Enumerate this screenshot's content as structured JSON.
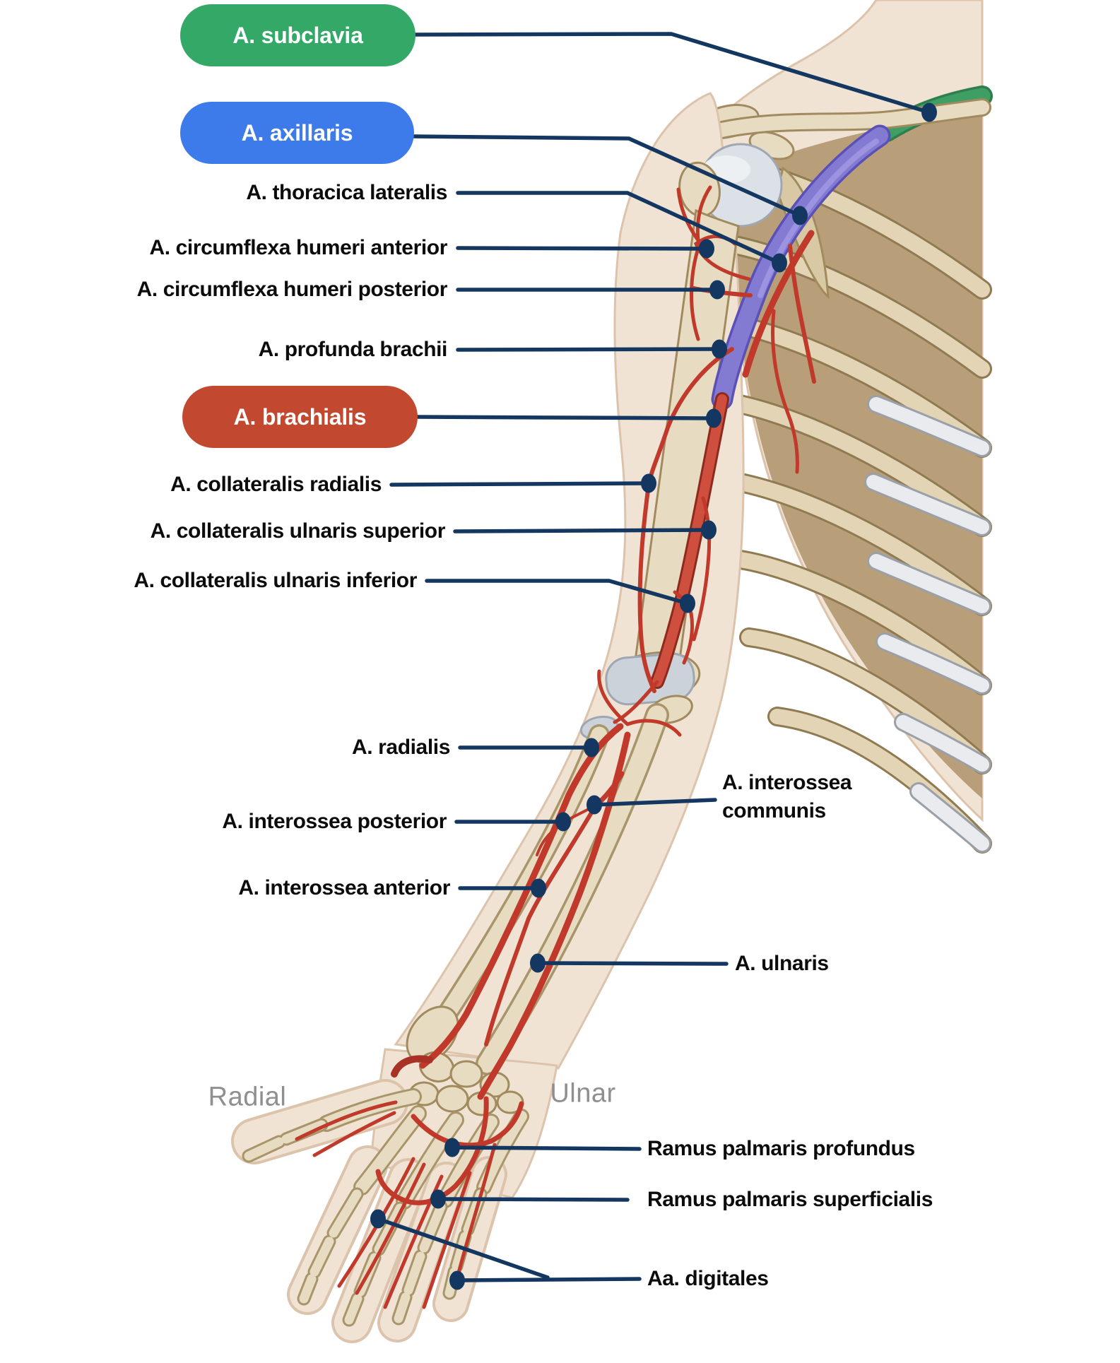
{
  "pills": [
    {
      "id": "subclavia",
      "label": "A. subclavia",
      "color": "#34A866"
    },
    {
      "id": "axillaris",
      "label": "A. axillaris",
      "color": "#3C7BE9"
    },
    {
      "id": "brachialis",
      "label": "A. brachialis",
      "color": "#C2492F"
    }
  ],
  "labels": {
    "thoracica_lateralis": "A. thoracica lateralis",
    "circumflexa_anterior": "A. circumflexa humeri anterior",
    "circumflexa_posterior": "A. circumflexa humeri posterior",
    "profunda_brachii": "A. profunda brachii",
    "collateralis_radialis": "A. collateralis radialis",
    "collateralis_ulnaris_superior": "A. collateralis ulnaris superior",
    "collateralis_ulnaris_inferior": "A. collateralis ulnaris inferior",
    "radialis": "A. radialis",
    "interossea_posterior": "A. interossea posterior",
    "interossea_communis": "A. interossea communis",
    "interossea_anterior": "A. interossea anterior",
    "ulnaris": "A. ulnaris",
    "ramus_palmaris_profundus": "Ramus palmaris profundus",
    "ramus_palmaris_superficialis": "Ramus palmaris superficialis",
    "aa_digitales": "Aa. digitales"
  },
  "side_labels": {
    "radial": "Radial",
    "ulnar": "Ulnar"
  },
  "colors": {
    "leader_line": "#133760",
    "pill_green": "#34A866",
    "pill_blue": "#3C7BE9",
    "pill_red": "#C2492F",
    "label_text": "#0C0C0C",
    "side_label_gray": "#8F8F8F",
    "artery_red": "#C0392B",
    "axillaris_blue": "#837AD2",
    "subclavia_green": "#3E9E63",
    "skin": "#F1E3D4",
    "bone": "#E7DCC2"
  }
}
